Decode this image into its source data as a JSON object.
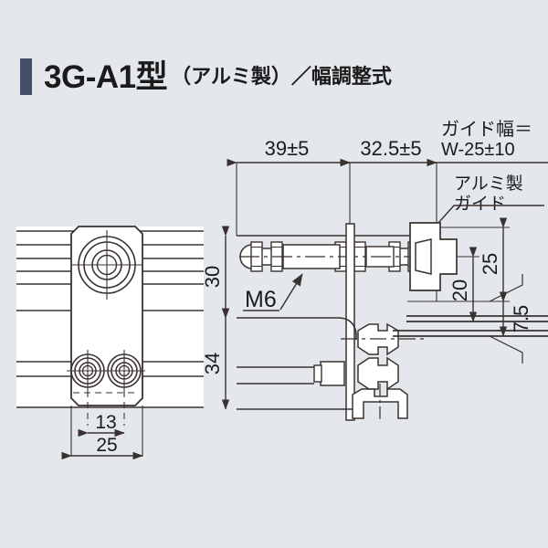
{
  "page": {
    "background_color": "#e4e8ec",
    "ink_color": "#3a3230",
    "accent_bar_color": "#44506b"
  },
  "header": {
    "accent_bar": "vertical-bar",
    "model_code": "3G-A1型",
    "description": "（アルミ製）／幅調整式"
  },
  "drawing": {
    "caption_labels": [
      {
        "id": "aluminium-guide",
        "text_line1": "アルミ製",
        "text_line2": "ガイド"
      },
      {
        "id": "thread-spec",
        "text": "M6"
      }
    ],
    "horizontal_dimensions": [
      {
        "id": "dim-39",
        "value": "39±5"
      },
      {
        "id": "dim-32-5",
        "value": "32.5±5"
      },
      {
        "id": "dim-guide-width-line1",
        "value": "ガイド幅＝"
      },
      {
        "id": "dim-guide-width-line2",
        "value": "W-25±10"
      },
      {
        "id": "dim-13",
        "value": "13"
      },
      {
        "id": "dim-25-plan",
        "value": "25"
      }
    ],
    "vertical_dimensions": [
      {
        "id": "dim-30",
        "value": "30"
      },
      {
        "id": "dim-34",
        "value": "34"
      },
      {
        "id": "dim-25",
        "value": "25"
      },
      {
        "id": "dim-20",
        "value": "20"
      },
      {
        "id": "dim-7-5",
        "value": "7.5"
      }
    ],
    "views": [
      {
        "id": "plan-view-left",
        "name": "mounting-plate-plan-view"
      },
      {
        "id": "section-view-right",
        "name": "bracket-section-view"
      }
    ]
  }
}
